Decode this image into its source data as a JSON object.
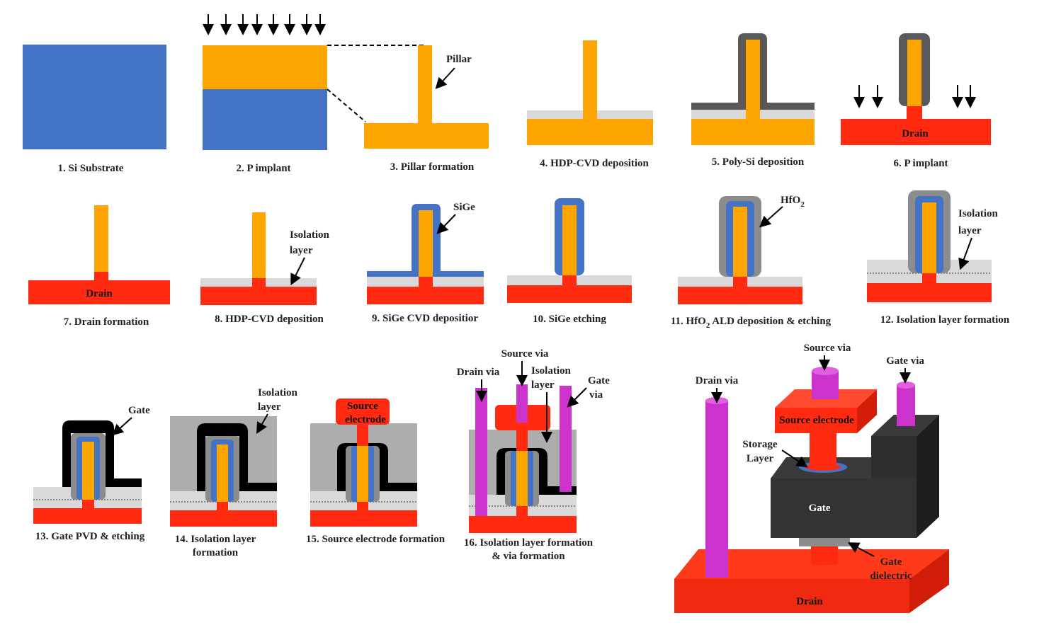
{
  "colors": {
    "si": "#4472C4",
    "p_doped": "#FFA500",
    "drain": "#FF2A10",
    "isolation": "#D9D9D9",
    "poly_si": "#595959",
    "sige": "#4472C4",
    "hfo2": "#8C8C8C",
    "gate": "#000000",
    "via": "#CC33CC",
    "iso_fill": "#ADADAD"
  },
  "steps": [
    {
      "caption": "1. Si Substrate"
    },
    {
      "caption": "2. P implant"
    },
    {
      "caption": "3. Pillar formation",
      "label": "Pillar"
    },
    {
      "caption": "4. HDP-CVD deposition"
    },
    {
      "caption": "5. Poly-Si deposition"
    },
    {
      "caption": "6. P implant",
      "label": "Drain"
    },
    {
      "caption": "7. Drain formation",
      "label": "Drain"
    },
    {
      "caption": "8. HDP-CVD deposition",
      "label1": "Isolation",
      "label2": "layer"
    },
    {
      "caption": "9. SiGe CVD depositior",
      "label": "SiGe"
    },
    {
      "caption": "10. SiGe etching"
    },
    {
      "caption_pre": "11. HfO",
      "caption_sub": "2",
      "caption_post": " ALD deposition & etching",
      "label_pre": "HfO",
      "label_sub": "2"
    },
    {
      "caption": "12. Isolation layer formation",
      "label1": "Isolation",
      "label2": "layer"
    },
    {
      "caption": "13. Gate PVD & etching",
      "label": "Gate"
    },
    {
      "caption1": "14. Isolation layer",
      "caption2": "formation",
      "label1": "Isolation",
      "label2": "layer"
    },
    {
      "caption": "15. Source electrode formation",
      "label1": "Source",
      "label2": "electrode"
    },
    {
      "caption1": "16. Isolation layer formation",
      "caption2": "& via formation",
      "label_source_via": "Source via",
      "label_drain_via": "Drain via",
      "label_iso1": "Isolation",
      "label_iso2": "layer",
      "label_gate1": "Gate",
      "label_gate2": "via"
    }
  ],
  "model3d": {
    "source_via": "Source via",
    "gate_via": "Gate via",
    "drain_via": "Drain via",
    "source_electrode": "Source electrode",
    "storage1": "Storage",
    "storage2": "Layer",
    "gate": "Gate",
    "gate_dielectric1": "Gate",
    "gate_dielectric2": "dielectric",
    "drain": "Drain"
  }
}
